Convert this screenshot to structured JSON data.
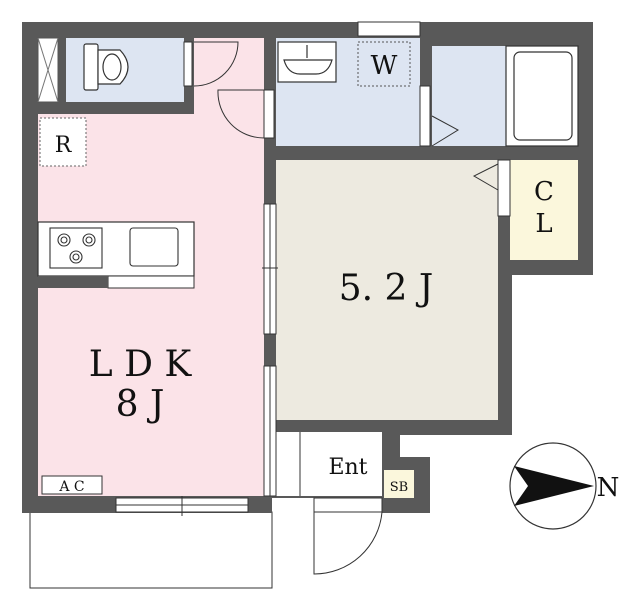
{
  "rooms": {
    "ldk": {
      "line1": "L D K",
      "line2": "8 J"
    },
    "western": {
      "label": "5. 2 J"
    },
    "closet": {
      "line1": "C",
      "line2": "L"
    },
    "washroom": {
      "label": "W"
    },
    "fridge": {
      "label": "R"
    },
    "entrance": {
      "label": "Ent"
    },
    "shoe_box": {
      "label": "SB"
    },
    "air_conditioner": {
      "label": "A C"
    }
  },
  "compass": {
    "direction": "N"
  },
  "colors": {
    "wall": "#595959",
    "ldk_floor": "#fbe3e8",
    "room_floor": "#edeae0",
    "wet_floor": "#dde5f2",
    "closet_floor": "#fbf7dc",
    "fixture_fill": "#ffffff"
  },
  "icons": [
    "toilet-icon",
    "washbasin-icon",
    "bathtub-icon",
    "stove-icon",
    "sink-icon",
    "compass-arrow-icon"
  ]
}
